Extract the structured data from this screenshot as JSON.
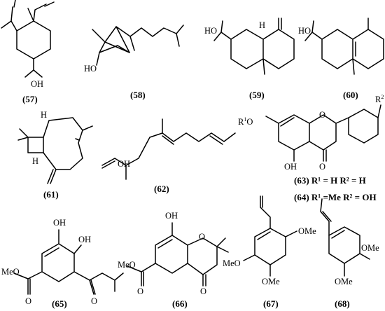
{
  "compounds": [
    {
      "label": "(57)",
      "atoms": [
        "OH"
      ]
    },
    {
      "label": "(58)",
      "atoms": [
        "HO"
      ]
    },
    {
      "label": "(59)",
      "atoms": [
        "HO",
        "H"
      ]
    },
    {
      "label": "(60)",
      "atoms": [
        "HO"
      ]
    },
    {
      "label": "(61)",
      "atoms": [
        "H",
        "H"
      ]
    },
    {
      "label": "(62)",
      "atoms": [
        "OH"
      ]
    },
    {
      "label": "(63)",
      "atoms": [
        "O",
        "O",
        "OH"
      ]
    },
    {
      "label": "(65)",
      "atoms": [
        "OH",
        "OH",
        "MeO",
        "O",
        "O"
      ]
    },
    {
      "label": "(66)",
      "atoms": [
        "OH",
        "O",
        "MeO",
        "O",
        "O"
      ]
    },
    {
      "label": "(67)",
      "atoms": [
        "OMe",
        "MeO",
        "OMe"
      ]
    },
    {
      "label": "(68)",
      "atoms": [
        "OMe",
        "OMe"
      ]
    }
  ],
  "legend_63": {
    "r1": "R",
    "r1_sup": "1",
    "r1_o": "O",
    "r2": "R",
    "r2_sup": "2",
    "line1": "(63) R¹ = H R² = H",
    "line2": "(64) R¹ =Me R² = OH"
  }
}
